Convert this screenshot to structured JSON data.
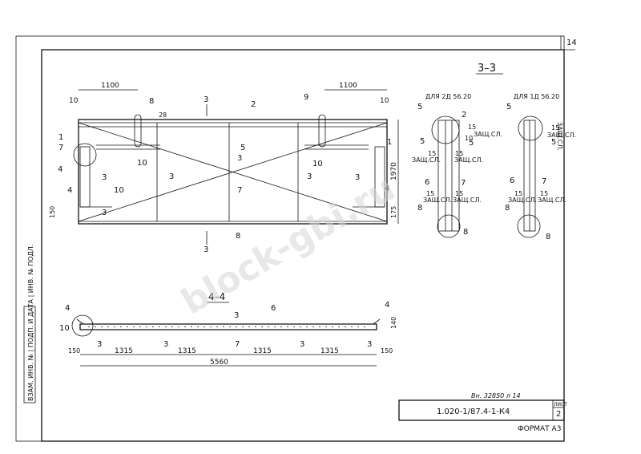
{
  "sheet": {
    "page_number": "14",
    "section_title": "3–3",
    "section_4_title": "4–4",
    "format_label": "ФОРМАТ А3",
    "designation": "1.020-1/87.4-1-К4",
    "sheet_header": "ЛИСТ",
    "sheet_number": "2",
    "inventory_note": "Вн. 32850 л 14",
    "side_stamp": "ВЗАМ. ИНВ. № | ПОДП. И ДАТА | ИНВ. № ПОДЛ."
  },
  "detail_a": {
    "caption": "ДЛЯ 2Д 56.20"
  },
  "detail_b": {
    "caption": "ДЛЯ 1Д 56.20"
  },
  "dimensions": {
    "top_left": "1100",
    "top_right": "1100",
    "edge_left": "10",
    "edge_right": "10",
    "height": "1970",
    "lower_left": "150",
    "lower_right": "175",
    "cover_28": "28",
    "bottom_spans": [
      "1315",
      "1315",
      "1315",
      "1315"
    ],
    "bottom_edge_left": "150",
    "bottom_edge_right": "150",
    "overall_length": "5560",
    "section_height": "140",
    "cover_15": "15",
    "cover_10": "10",
    "protective_layer": "ЗАЩ.СЛ."
  },
  "markers": {
    "section_3": "3",
    "section_4": "4",
    "pos_1": "1",
    "pos_2": "2",
    "pos_3": "3",
    "pos_4": "4",
    "pos_5": "5",
    "pos_6": "6",
    "pos_7": "7",
    "pos_8": "8",
    "pos_9": "9",
    "pos_10": "10"
  },
  "watermark": "block-gbi.ru"
}
